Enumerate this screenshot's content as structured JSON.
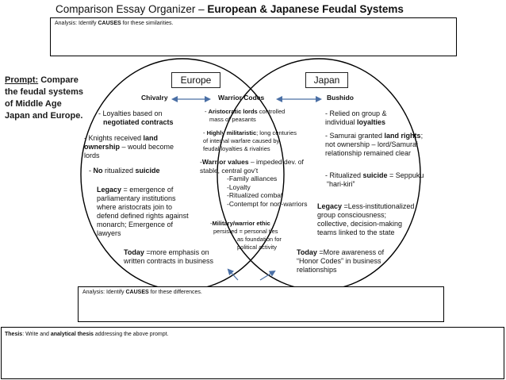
{
  "title": {
    "main": "Comparison Essay Organizer – ",
    "bold": "European & Japanese Feudal Systems"
  },
  "top_analysis": {
    "label": "Analysis",
    "text1": ":  Identify ",
    "bold": "CAUSES",
    "text2": " for these similarities."
  },
  "prompt": {
    "lead": "Prompt:",
    "line1_rest": "  Compare",
    "line2": "the feudal systems",
    "line3": "of Middle Age",
    "line4": "Japan and Europe."
  },
  "labels": {
    "europe": "Europe",
    "japan": "Japan"
  },
  "europe": {
    "header": "Chivalry",
    "item1_a": "- Loyalties based on",
    "item1_b": "negotiated contracts",
    "item2_a": "- Knights received ",
    "item2_a_bold": "land",
    "item2_b_bold": "ownership",
    "item2_b": " – would become",
    "item2_c": "lords",
    "item3_a": "- ",
    "item3_bold1": "No",
    "item3_b": " ritualized ",
    "item3_bold2": "suicide",
    "legacy_bold": "Legacy",
    "legacy_1": " = emergence of",
    "legacy_2": "parliamentary institutions",
    "legacy_3": "where aristocrats join to",
    "legacy_4": "defend defined rights against",
    "legacy_5": "monarch; Emergence of",
    "legacy_6": "lawyers",
    "today_bold": "Today",
    "today_1": " =more emphasis on",
    "today_2": "written contracts in business"
  },
  "center": {
    "header": "Warrior Codes",
    "c1_a": "- ",
    "c1_bold": "Aristocratic lords",
    "c1_b": " controlled",
    "c1_c": "mass of peasants",
    "c2_a": "- ",
    "c2_bold": "Highly militaristic",
    "c2_b": "; long centuries",
    "c2_c": "of internal warfare caused by",
    "c2_d": "feudal loyalties & rivalries",
    "c3_a": "-",
    "c3_bold": "Warrior values",
    "c3_b": " – impeded dev. of",
    "c3_c": "stable, central gov’t",
    "c3_l1": "-Family alliances",
    "c3_l2": "-Loyalty",
    "c3_l3": "-Ritualized combat",
    "c3_l4": "-Contempt for non-warriors",
    "c4_a": "-",
    "c4_bold": "Military/warrior ethic",
    "c4_b": "persisted = personal ties",
    "c4_c": "as foundation for",
    "c4_d": "political activity"
  },
  "japan": {
    "header": "Bushido",
    "item1_a": "- Relied on group &",
    "item1_b": "individual ",
    "item1_bold": "loyalties",
    "item2_a": "- Samurai granted ",
    "item2_bold": "land rights",
    "item2_b": ";",
    "item2_c": "not ownership – lord/Samurai",
    "item2_d": "relationship remained clear",
    "item3_a": "- Ritualized ",
    "item3_bold": "suicide",
    "item3_b": " =  Seppuku",
    "item3_c": "“hari-kiri”",
    "legacy_bold": "Legacy",
    "legacy_1": " =Less-institutionalized",
    "legacy_2": "group consciousness;",
    "legacy_3": "collective, decision-making",
    "legacy_4": "teams linked to the state",
    "today_bold": "Today",
    "today_1": " =More awareness of",
    "today_2": "“Honor Codes” in business",
    "today_3": "relationships"
  },
  "bottom_analysis": {
    "label": "Analysis",
    "text1": ":  Identify ",
    "bold": "CAUSES",
    "text2": " for these differences."
  },
  "thesis": {
    "bold": "Thesis",
    "text1": ":  Write and ",
    "bold2": "analytical thesis",
    "text2": " addressing the above prompt."
  }
}
